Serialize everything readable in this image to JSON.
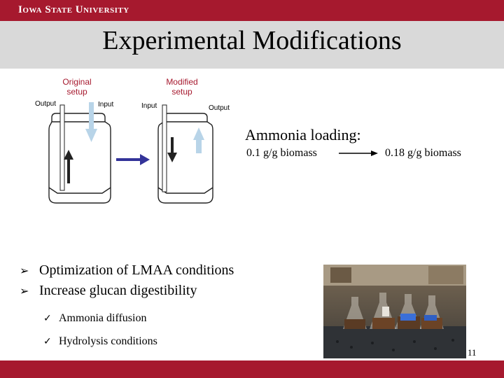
{
  "header": {
    "university": "Iowa State University"
  },
  "title": "Experimental Modifications",
  "diagram": {
    "original": {
      "label_line1": "Original",
      "label_line2": "setup",
      "output": "Output",
      "input": "Input"
    },
    "modified": {
      "label_line1": "Modified",
      "label_line2": "setup",
      "input": "Input",
      "output": "Output"
    }
  },
  "ammonia": {
    "title": "Ammonia loading:",
    "from": "0.1 g/g biomass",
    "to": "0.18 g/g biomass"
  },
  "bullets": [
    "Optimization of LMAA conditions",
    "Increase glucan digestibility"
  ],
  "subbullets": [
    "Ammonia diffusion",
    "Hydrolysis conditions"
  ],
  "page_number": "11",
  "colors": {
    "brand": "#a6192e",
    "title_band": "#d9d9d9",
    "arrow_dark": "#333399",
    "arrow_light": "#b8d4e8"
  }
}
